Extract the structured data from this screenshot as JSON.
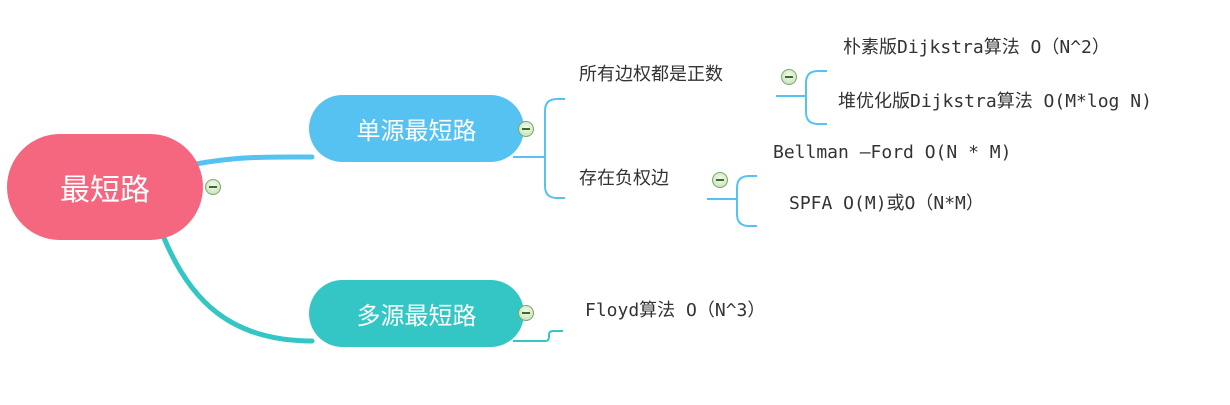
{
  "colors": {
    "root": "#f4677f",
    "branch_single": "#56c2f2",
    "branch_multi": "#33c6c5",
    "text": "#333333"
  },
  "root": {
    "label": "最短路"
  },
  "single_source": {
    "label": "单源最短路",
    "positive": {
      "label": "所有边权都是正数",
      "items": [
        "朴素版Dijkstra算法 O（N^2）",
        "堆优化版Dijkstra算法 O(M*log N)"
      ]
    },
    "negative": {
      "label": "存在负权边",
      "items": [
        "Bellman —Ford O(N * M)",
        "SPFA O(M)或O（N*M）"
      ]
    }
  },
  "multi_source": {
    "label": "多源最短路",
    "items": [
      "Floyd算法 O（N^3）"
    ]
  },
  "toggle_icon": "collapse-minus-icon"
}
